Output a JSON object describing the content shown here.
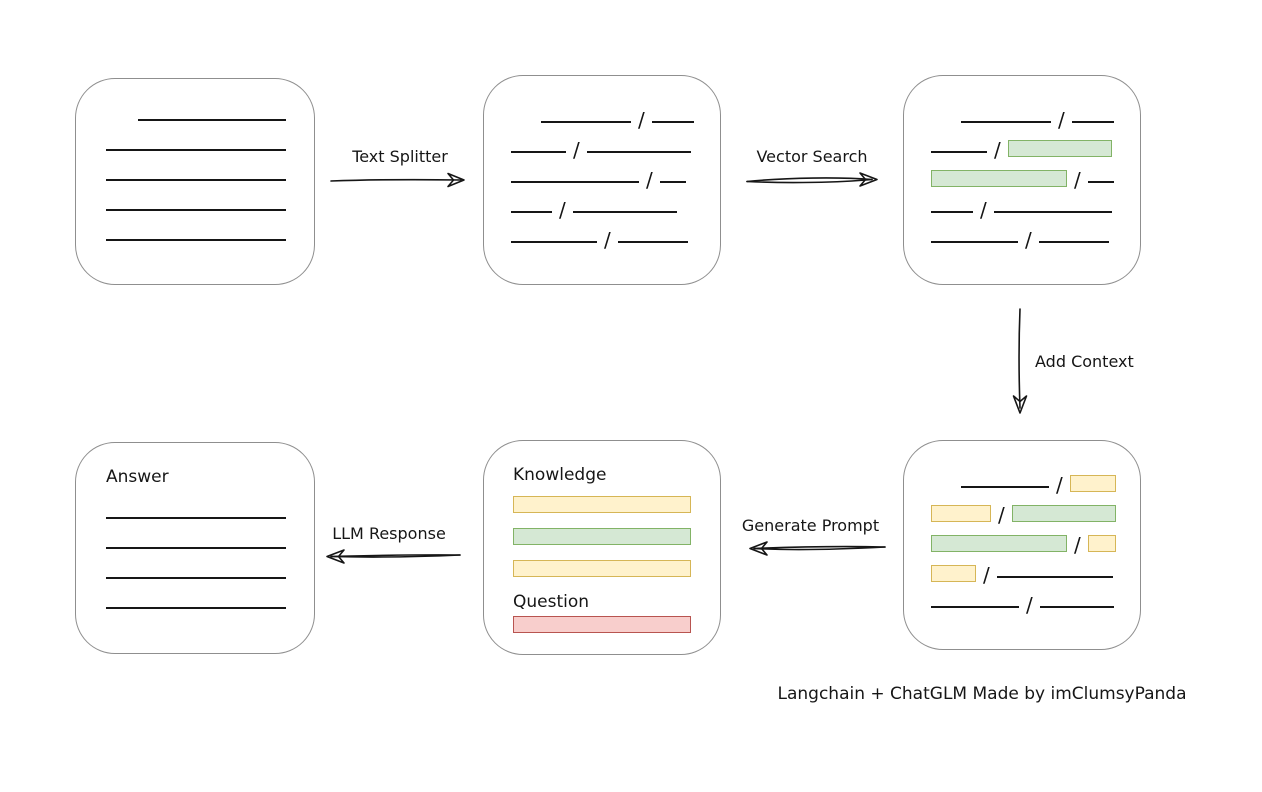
{
  "colors": {
    "background": "#ffffff",
    "box_border": "#8f8f8f",
    "stroke": "#161616",
    "green_fill": "#d5e8d4",
    "green_border": "#82b366",
    "yellow_fill": "#fff2cc",
    "yellow_border": "#d6b656",
    "red_fill": "#f8cecc",
    "red_border": "#b85450"
  },
  "slash_char": "/",
  "labels": {
    "text_splitter": "Text Splitter",
    "vector_search": "Vector Search",
    "add_context": "Add Context",
    "generate_prompt": "Generate Prompt",
    "llm_response": "LLM Response"
  },
  "boxes": {
    "source_document": {
      "rows": [
        {
          "indent": 32,
          "segments": [
            {
              "t": "line",
              "w": 148
            }
          ]
        },
        {
          "indent": 0,
          "segments": [
            {
              "t": "line",
              "w": 180
            }
          ]
        },
        {
          "indent": 0,
          "segments": [
            {
              "t": "line",
              "w": 180
            }
          ]
        },
        {
          "indent": 0,
          "segments": [
            {
              "t": "line",
              "w": 180
            }
          ]
        },
        {
          "indent": 0,
          "segments": [
            {
              "t": "line",
              "w": 180
            }
          ]
        }
      ]
    },
    "split_text": {
      "rows": [
        {
          "indent": 30,
          "segments": [
            {
              "t": "line",
              "w": 90
            },
            {
              "t": "slash"
            },
            {
              "t": "line",
              "w": 42
            }
          ]
        },
        {
          "indent": 0,
          "segments": [
            {
              "t": "line",
              "w": 55
            },
            {
              "t": "slash"
            },
            {
              "t": "line",
              "w": 104
            }
          ]
        },
        {
          "indent": 0,
          "segments": [
            {
              "t": "line",
              "w": 128
            },
            {
              "t": "slash"
            },
            {
              "t": "line",
              "w": 26
            }
          ]
        },
        {
          "indent": 0,
          "segments": [
            {
              "t": "line",
              "w": 41
            },
            {
              "t": "slash"
            },
            {
              "t": "line",
              "w": 104
            }
          ]
        },
        {
          "indent": 0,
          "segments": [
            {
              "t": "line",
              "w": 86
            },
            {
              "t": "slash"
            },
            {
              "t": "line",
              "w": 70
            }
          ]
        }
      ]
    },
    "matched_text": {
      "rows": [
        {
          "indent": 30,
          "segments": [
            {
              "t": "line",
              "w": 90
            },
            {
              "t": "slash"
            },
            {
              "t": "line",
              "w": 42
            }
          ]
        },
        {
          "indent": 0,
          "segments": [
            {
              "t": "line",
              "w": 56
            },
            {
              "t": "slash"
            },
            {
              "t": "green",
              "w": 104
            }
          ]
        },
        {
          "indent": 0,
          "segments": [
            {
              "t": "green",
              "w": 136
            },
            {
              "t": "slash"
            },
            {
              "t": "line",
              "w": 26
            }
          ]
        },
        {
          "indent": 0,
          "segments": [
            {
              "t": "line",
              "w": 42
            },
            {
              "t": "slash"
            },
            {
              "t": "line",
              "w": 118
            }
          ]
        },
        {
          "indent": 0,
          "segments": [
            {
              "t": "line",
              "w": 87
            },
            {
              "t": "slash"
            },
            {
              "t": "line",
              "w": 70
            }
          ]
        }
      ]
    },
    "context_text": {
      "rows": [
        {
          "indent": 30,
          "segments": [
            {
              "t": "line",
              "w": 88
            },
            {
              "t": "slash"
            },
            {
              "t": "yellow",
              "w": 46
            }
          ]
        },
        {
          "indent": 0,
          "segments": [
            {
              "t": "yellow",
              "w": 60
            },
            {
              "t": "slash"
            },
            {
              "t": "green",
              "w": 104
            }
          ]
        },
        {
          "indent": 0,
          "segments": [
            {
              "t": "green",
              "w": 136
            },
            {
              "t": "slash"
            },
            {
              "t": "yellow",
              "w": 28
            }
          ]
        },
        {
          "indent": 0,
          "segments": [
            {
              "t": "yellow",
              "w": 45
            },
            {
              "t": "slash"
            },
            {
              "t": "line",
              "w": 116
            }
          ]
        },
        {
          "indent": 0,
          "segments": [
            {
              "t": "line",
              "w": 88
            },
            {
              "t": "slash"
            },
            {
              "t": "line",
              "w": 74
            }
          ]
        }
      ]
    },
    "prompt": {
      "knowledge_label": "Knowledge",
      "question_label": "Question",
      "knowledge_rows": [
        {
          "indent": 0,
          "segments": [
            {
              "t": "yellow",
              "w": 178
            }
          ]
        },
        {
          "indent": 0,
          "segments": [
            {
              "t": "green",
              "w": 178
            }
          ]
        },
        {
          "indent": 0,
          "segments": [
            {
              "t": "yellow",
              "w": 178
            }
          ]
        }
      ],
      "question_rows": [
        {
          "indent": 0,
          "segments": [
            {
              "t": "red",
              "w": 178
            }
          ]
        }
      ]
    },
    "answer": {
      "label": "Answer",
      "rows": [
        {
          "indent": 0,
          "segments": [
            {
              "t": "line",
              "w": 180
            }
          ]
        },
        {
          "indent": 0,
          "segments": [
            {
              "t": "line",
              "w": 180
            }
          ]
        },
        {
          "indent": 0,
          "segments": [
            {
              "t": "line",
              "w": 180
            }
          ]
        },
        {
          "indent": 0,
          "segments": [
            {
              "t": "line",
              "w": 180
            }
          ]
        }
      ]
    }
  },
  "footer": {
    "credit": "Langchain + ChatGLM Made by imClumsyPanda"
  }
}
